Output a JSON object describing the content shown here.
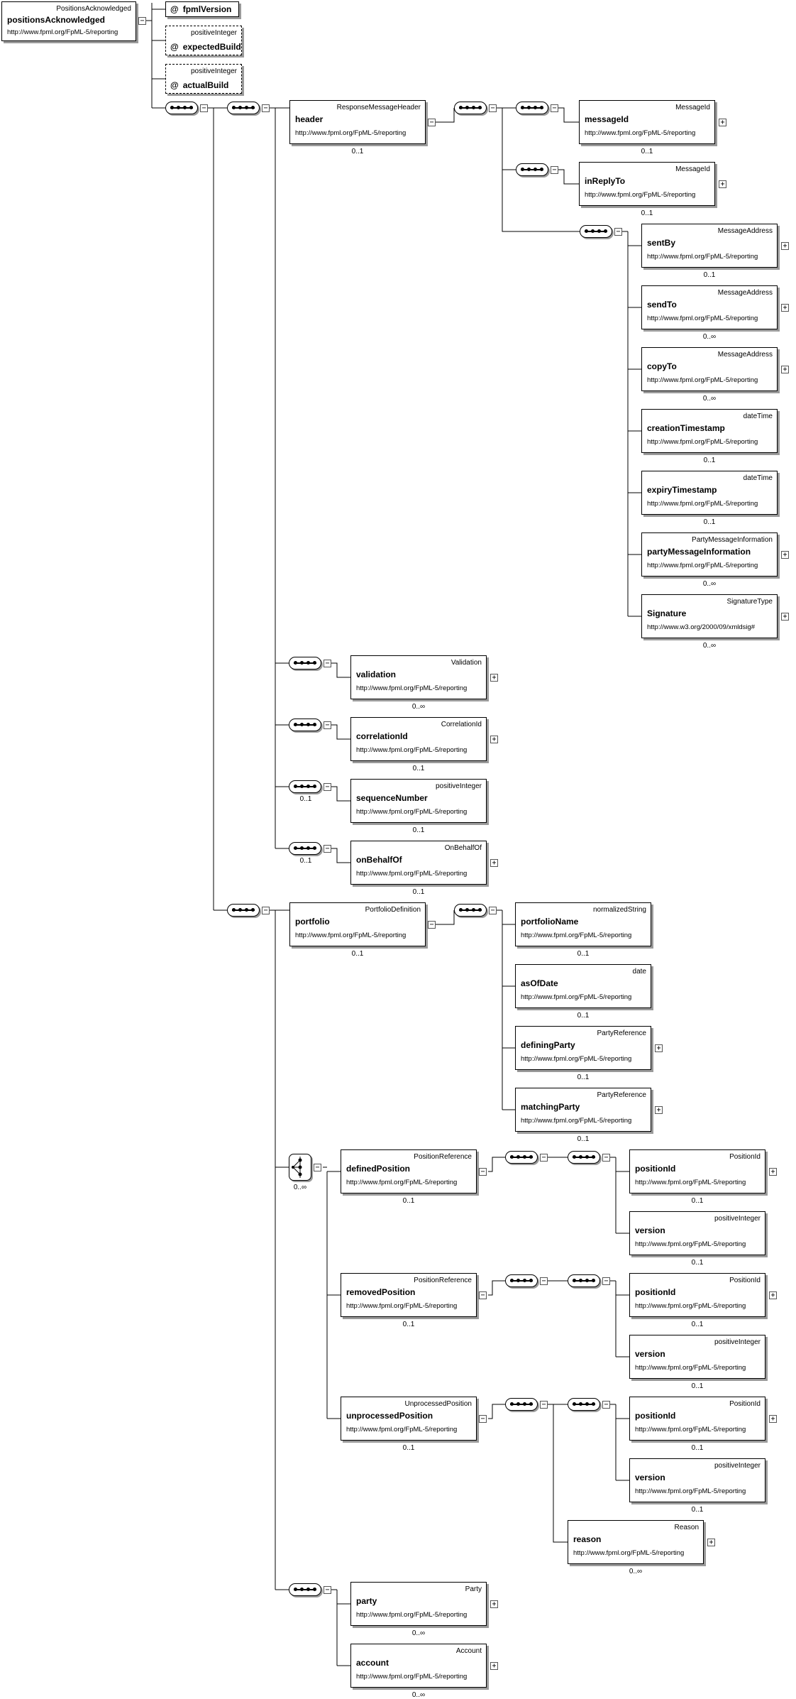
{
  "root": {
    "type": "PositionsAcknowledged",
    "name": "positionsAcknowledged",
    "ns": "http://www.fpml.org/FpML-5/reporting"
  },
  "attributes": [
    {
      "name": "fpmlVersion",
      "type": "",
      "required": true
    },
    {
      "name": "expectedBuild",
      "type": "positiveInteger",
      "required": false
    },
    {
      "name": "actualBuild",
      "type": "positiveInteger",
      "required": false
    }
  ],
  "symbols": {
    "attribute": "@",
    "expand": "+",
    "collapse": "−"
  },
  "elements": {
    "header": {
      "type": "ResponseMessageHeader",
      "name": "header",
      "ns": "http://www.fpml.org/FpML-5/reporting",
      "occ": "0..1"
    },
    "messageId": {
      "type": "MessageId",
      "name": "messageId",
      "ns": "http://www.fpml.org/FpML-5/reporting",
      "occ": "0..1"
    },
    "inReplyTo": {
      "type": "MessageId",
      "name": "inReplyTo",
      "ns": "http://www.fpml.org/FpML-5/reporting",
      "occ": "0..1"
    },
    "sentBy": {
      "type": "MessageAddress",
      "name": "sentBy",
      "ns": "http://www.fpml.org/FpML-5/reporting",
      "occ": "0..1"
    },
    "sendTo": {
      "type": "MessageAddress",
      "name": "sendTo",
      "ns": "http://www.fpml.org/FpML-5/reporting",
      "occ": "0..∞"
    },
    "copyTo": {
      "type": "MessageAddress",
      "name": "copyTo",
      "ns": "http://www.fpml.org/FpML-5/reporting",
      "occ": "0..∞"
    },
    "creationTimestamp": {
      "type": "dateTime",
      "name": "creationTimestamp",
      "ns": "http://www.fpml.org/FpML-5/reporting",
      "occ": "0..1"
    },
    "expiryTimestamp": {
      "type": "dateTime",
      "name": "expiryTimestamp",
      "ns": "http://www.fpml.org/FpML-5/reporting",
      "occ": "0..1"
    },
    "partyMessageInformation": {
      "type": "PartyMessageInformation",
      "name": "partyMessageInformation",
      "ns": "http://www.fpml.org/FpML-5/reporting",
      "occ": "0..∞"
    },
    "signature": {
      "type": "SignatureType",
      "name": "Signature",
      "ns": "http://www.w3.org/2000/09/xmldsig#",
      "occ": "0..∞"
    },
    "validation": {
      "type": "Validation",
      "name": "validation",
      "ns": "http://www.fpml.org/FpML-5/reporting",
      "occ": "0..∞"
    },
    "correlationId": {
      "type": "CorrelationId",
      "name": "correlationId",
      "ns": "http://www.fpml.org/FpML-5/reporting",
      "occ": "0..1"
    },
    "sequenceNumber": {
      "type": "positiveInteger",
      "name": "sequenceNumber",
      "ns": "http://www.fpml.org/FpML-5/reporting",
      "occ": "0..1"
    },
    "onBehalfOf": {
      "type": "OnBehalfOf",
      "name": "onBehalfOf",
      "ns": "http://www.fpml.org/FpML-5/reporting",
      "occ": "0..1"
    },
    "portfolio": {
      "type": "PortfolioDefinition",
      "name": "portfolio",
      "ns": "http://www.fpml.org/FpML-5/reporting",
      "occ": "0..1"
    },
    "portfolioName": {
      "type": "normalizedString",
      "name": "portfolioName",
      "ns": "http://www.fpml.org/FpML-5/reporting",
      "occ": "0..1"
    },
    "asOfDate": {
      "type": "date",
      "name": "asOfDate",
      "ns": "http://www.fpml.org/FpML-5/reporting",
      "occ": "0..1"
    },
    "definingParty": {
      "type": "PartyReference",
      "name": "definingParty",
      "ns": "http://www.fpml.org/FpML-5/reporting",
      "occ": "0..1"
    },
    "matchingParty": {
      "type": "PartyReference",
      "name": "matchingParty",
      "ns": "http://www.fpml.org/FpML-5/reporting",
      "occ": "0..1"
    },
    "definedPosition": {
      "type": "PositionReference",
      "name": "definedPosition",
      "ns": "http://www.fpml.org/FpML-5/reporting",
      "occ": "0..1"
    },
    "definedPositionId": {
      "type": "PositionId",
      "name": "positionId",
      "ns": "http://www.fpml.org/FpML-5/reporting",
      "occ": "0..1"
    },
    "definedVersion": {
      "type": "positiveInteger",
      "name": "version",
      "ns": "http://www.fpml.org/FpML-5/reporting",
      "occ": "0..1"
    },
    "removedPosition": {
      "type": "PositionReference",
      "name": "removedPosition",
      "ns": "http://www.fpml.org/FpML-5/reporting",
      "occ": "0..1"
    },
    "removedPositionId": {
      "type": "PositionId",
      "name": "positionId",
      "ns": "http://www.fpml.org/FpML-5/reporting",
      "occ": "0..1"
    },
    "removedVersion": {
      "type": "positiveInteger",
      "name": "version",
      "ns": "http://www.fpml.org/FpML-5/reporting",
      "occ": "0..1"
    },
    "unprocessedPosition": {
      "type": "UnprocessedPosition",
      "name": "unprocessedPosition",
      "ns": "http://www.fpml.org/FpML-5/reporting",
      "occ": "0..1"
    },
    "unprocessedPositionId": {
      "type": "PositionId",
      "name": "positionId",
      "ns": "http://www.fpml.org/FpML-5/reporting",
      "occ": "0..1"
    },
    "unprocessedVersion": {
      "type": "positiveInteger",
      "name": "version",
      "ns": "http://www.fpml.org/FpML-5/reporting",
      "occ": "0..1"
    },
    "reason": {
      "type": "Reason",
      "name": "reason",
      "ns": "http://www.fpml.org/FpML-5/reporting",
      "occ": "0..∞"
    },
    "party": {
      "type": "Party",
      "name": "party",
      "ns": "http://www.fpml.org/FpML-5/reporting",
      "occ": "0..∞"
    },
    "account": {
      "type": "Account",
      "name": "account",
      "ns": "http://www.fpml.org/FpML-5/reporting",
      "occ": "0..∞"
    }
  },
  "groups": {
    "seqSequenceNumber": {
      "occ": "0..1"
    },
    "seqOnBehalfOf": {
      "occ": "0..1"
    },
    "positionsChoice": {
      "occ": "0..∞"
    }
  }
}
